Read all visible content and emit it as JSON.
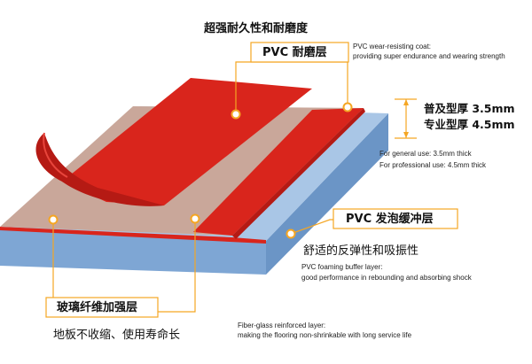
{
  "colors": {
    "accent_orange": "#f5a623",
    "pvc_red": "#d9251c",
    "pvc_red_side": "#b51a14",
    "beige_layer": "#c9a79a",
    "foam_blue": "#a9c6e6",
    "foam_blue_side": "#7ea6d4"
  },
  "top_feature": {
    "title_zh": "超强耐久性和耐磨度",
    "label_zh": "PVC 耐磨层",
    "desc_en_line1": "PVC wear-resisting coat:",
    "desc_en_line2": "providing super endurance and wearing strength"
  },
  "thickness": {
    "general_zh": "普及型厚 3.5mm",
    "professional_zh": "专业型厚 4.5mm",
    "general_en": "For general use: 3.5mm thick",
    "professional_en": "For professional use: 4.5mm thick"
  },
  "foam_layer": {
    "label_zh": "PVC 发泡缓冲层",
    "benefit_zh": "舒适的反弹性和吸振性",
    "desc_en_line1": "PVC foaming buffer layer:",
    "desc_en_line2": "good performance in rebounding and absorbing shock"
  },
  "fiberglass_layer": {
    "label_zh": "玻璃纤维加强层",
    "benefit_zh": "地板不收缩、使用寿命长",
    "desc_en_line1": "Fiber-glass reinforced layer:",
    "desc_en_line2": "making the flooring non-shrinkable with long service life"
  }
}
